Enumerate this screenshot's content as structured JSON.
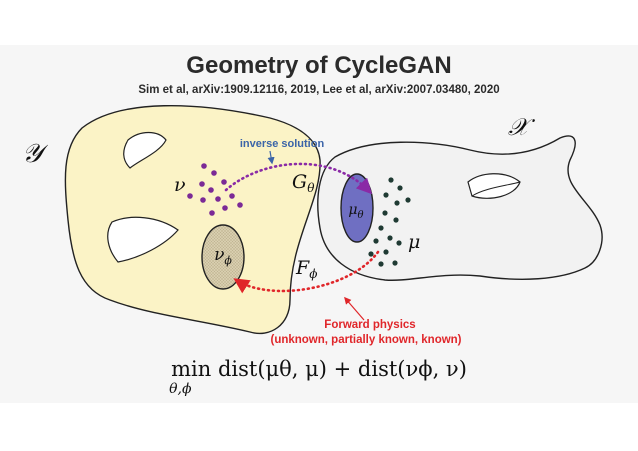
{
  "title": "Geometry of CycleGAN",
  "subtitle": "Sim et al, arXiv:1909.12116, 2019, Lee et al, arXiv:2007.03480, 2020",
  "manifolds": {
    "left_symbol": "𝒴",
    "right_symbol": "𝒳"
  },
  "distributions": {
    "nu": "ν",
    "nu_phi_base": "ν",
    "nu_phi_sub": "ϕ",
    "mu": "μ",
    "mu_theta_base": "μ",
    "mu_theta_sub": "θ"
  },
  "maps": {
    "g_base": "G",
    "g_sub": "θ",
    "f_base": "F",
    "f_sub": "ϕ"
  },
  "annotations": {
    "inverse": "inverse solution",
    "forward_line1": "Forward physics",
    "forward_line2": "(unknown, partially known, known)"
  },
  "formula": {
    "min": "min",
    "min_sub": "θ,ϕ",
    "expr": "dist(μθ, μ) + dist(νϕ, ν)"
  },
  "colors": {
    "left_manifold": "#fbf3c6",
    "right_manifold": "#f2f2f2",
    "purple_dots": "#7b2a96",
    "dark_dots": "#1f3a33",
    "mu_theta_fill": "#6f6fc2",
    "nu_phi_fill": "#d8ceaf",
    "inverse_arrow": "#8a2aa6",
    "forward_arrow": "#e0262a",
    "inverse_text": "#3b64a8",
    "forward_text": "#e0262a"
  }
}
